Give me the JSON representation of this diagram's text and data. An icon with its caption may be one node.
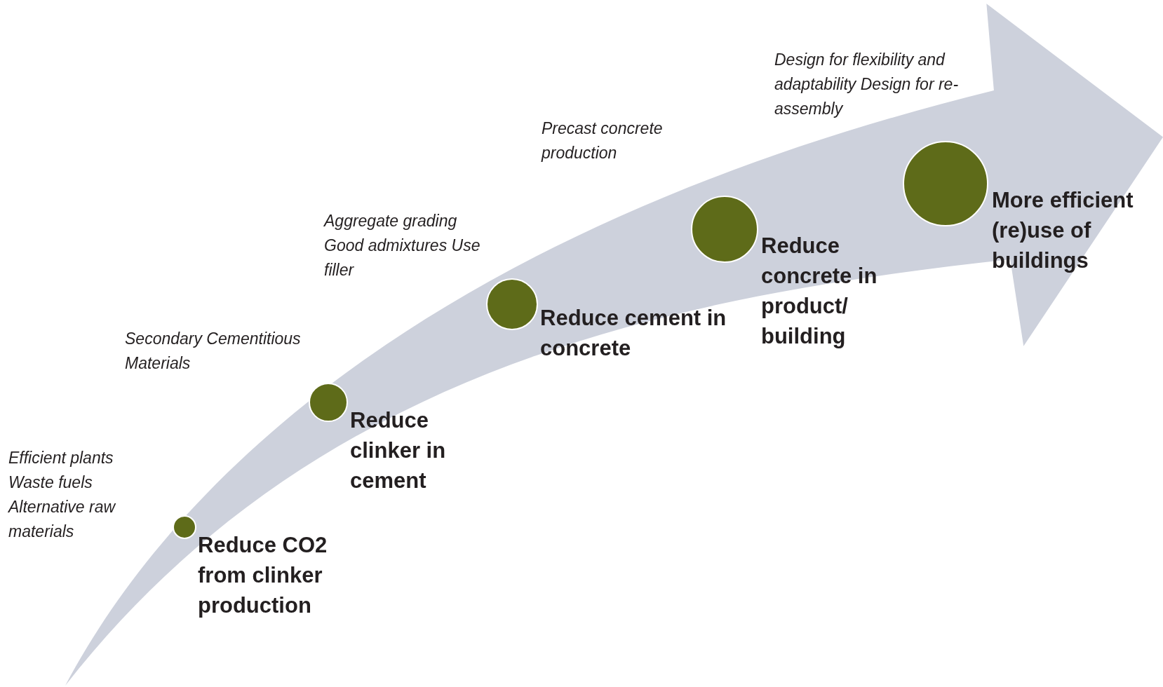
{
  "diagram": {
    "nodes": [
      {
        "text": [
          "Reduce CO2 from clinker production"
        ],
        "beside": [
          "Efficient plants Waste fuels Alternative raw materials"
        ]
      },
      {
        "text": [
          "Reduce clinker in cement"
        ],
        "beside": [
          "Secondary Cementitious Materials"
        ]
      },
      {
        "text": [
          "Reduce cement in concrete"
        ],
        "beside": [
          "Aggregate grading Good admixtures Use filler"
        ]
      },
      {
        "text": [
          "Reduce concrete in product/ building"
        ],
        "beside": [
          "Precast concrete production"
        ]
      },
      {
        "text": [
          "More efficient (re)use of buildings"
        ],
        "beside": [
          "Design for flexibility and adaptability Design for re-assembly"
        ]
      }
    ]
  }
}
